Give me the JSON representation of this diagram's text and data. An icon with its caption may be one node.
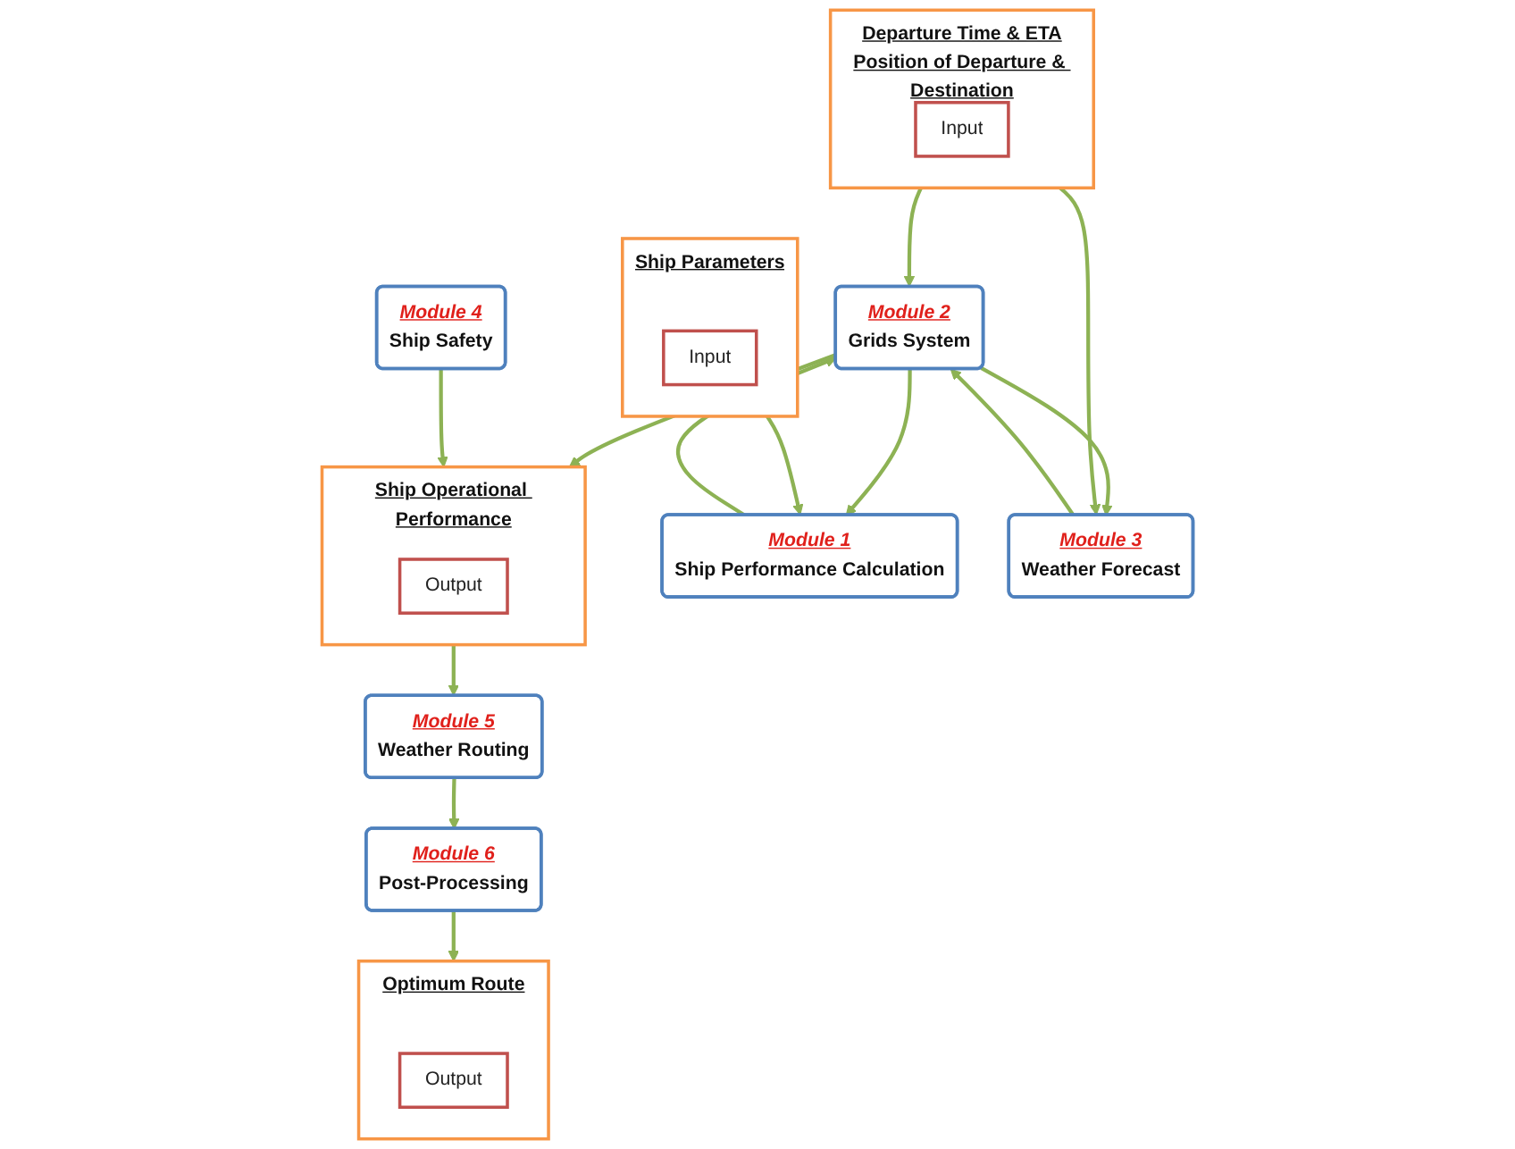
{
  "diagram": {
    "nodes": [
      {
        "text": [
          "Ship Parameters"
        ]
      },
      {
        "text": [
          "Input"
        ],
        "in": 0
      },
      {
        "text": [
          "Departure Time & ETA",
          "Position of Departure & Destination"
        ]
      },
      {
        "text": [
          "Input"
        ],
        "in": 2
      },
      {
        "text": [
          "Module 1",
          "Ship Performance Calculation"
        ]
      },
      {
        "text": [
          "Module 2",
          "Grids System"
        ]
      },
      {
        "text": [
          "Module 3",
          "Weather Forecast"
        ]
      },
      {
        "text": [
          "Ship Operational Performance"
        ]
      },
      {
        "text": [
          "Output"
        ],
        "in": 7
      },
      {
        "text": [
          "Module 4",
          "Ship Safety"
        ]
      },
      {
        "text": [
          "Module 5",
          "Weather Routing"
        ]
      },
      {
        "text": [
          "Module 6",
          "Post-Processing"
        ]
      },
      {
        "text": [
          "Optimum Route"
        ]
      },
      {
        "text": [
          "Output"
        ],
        "in": 12
      }
    ],
    "edges": [
      {
        "from": 0,
        "to": 4,
        "arrow": "to"
      },
      {
        "from": 2,
        "to": 5,
        "arrow": "to"
      },
      {
        "from": 2,
        "to": 6,
        "arrow": "to"
      },
      {
        "from": 5,
        "to": 4,
        "arrow": "to"
      },
      {
        "from": 4,
        "to": 5,
        "arrow": "to"
      },
      {
        "from": 5,
        "to": 6,
        "arrow": "to"
      },
      {
        "from": 6,
        "to": 5,
        "arrow": "to"
      },
      {
        "from": 5,
        "to": 7,
        "arrow": "to"
      },
      {
        "from": 9,
        "to": 7,
        "arrow": "to"
      },
      {
        "from": 7,
        "to": 10,
        "arrow": "to"
      },
      {
        "from": 10,
        "to": 11,
        "arrow": "to"
      },
      {
        "from": 11,
        "to": 12,
        "arrow": "to"
      }
    ]
  }
}
